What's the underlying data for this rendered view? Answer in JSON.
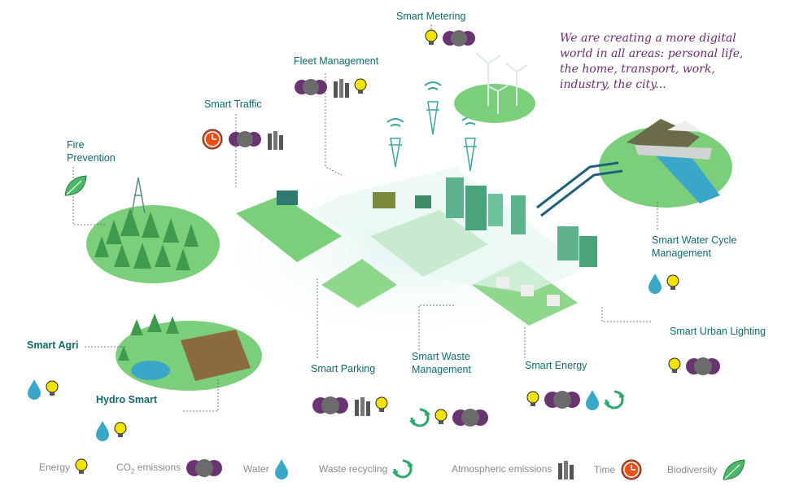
{
  "headline": "We are creating a more digital world in all areas: personal life, the home, transport, work, industry, the city...",
  "labels": {
    "smart_metering": "Smart Metering",
    "fleet_management": "Fleet Management",
    "smart_traffic": "Smart Traffic",
    "fire_prevention_1": "Fire",
    "fire_prevention_2": "Prevention",
    "smart_water_cycle_1": "Smart Water Cycle",
    "smart_water_cycle_2": "Management",
    "smart_urban_lighting": "Smart Urban Lighting",
    "smart_agri": "Smart Agri",
    "hydro_smart": "Hydro Smart",
    "smart_parking": "Smart Parking",
    "smart_waste_1": "Smart Waste",
    "smart_waste_2": "Management",
    "smart_energy": "Smart Energy"
  },
  "legend": {
    "energy": "Energy",
    "co2": "CO",
    "co2_sub": "2",
    "co2_rest": " emissions",
    "water": "Water",
    "waste": "Waste recycling",
    "atmospheric": "Atmospheric emissions",
    "time": "Time",
    "biodiversity": "Biodiversity"
  },
  "icons": {
    "energy": "lightbulb-icon",
    "co2": "co2-molecule-icon",
    "water": "water-drop-icon",
    "waste": "recycle-icon",
    "atmospheric": "factory-chimney-icon",
    "time": "clock-icon",
    "biodiversity": "leaf-icon"
  },
  "colors": {
    "label_teal": "#0f6a70",
    "headline_purple": "#6a2c6e",
    "bulb_yellow": "#f2e200",
    "co2_purple": "#6a3472",
    "co2_grey": "#6b6b6b",
    "water_blue": "#3aa6c8",
    "recycle_green": "#28a86a",
    "clock_orange": "#e8501c",
    "leaf_green": "#4cb86a",
    "map_green": "#7ccf7a"
  }
}
